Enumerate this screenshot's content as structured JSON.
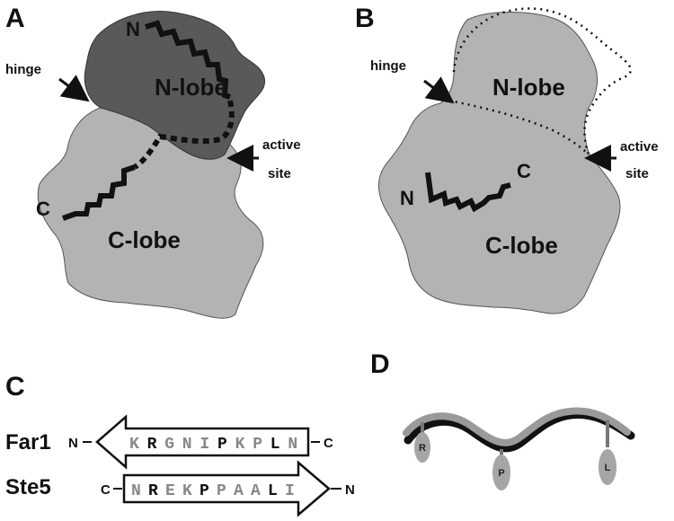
{
  "panels": {
    "a": {
      "letter": "A",
      "n_lobe": "N-lobe",
      "c_lobe": "C-lobe",
      "hinge": "hinge",
      "active_line1": "active",
      "active_line2": "site",
      "n_term": "N",
      "c_term": "C"
    },
    "b": {
      "letter": "B",
      "n_lobe": "N-lobe",
      "c_lobe": "C-lobe",
      "hinge": "hinge",
      "active_line1": "active",
      "active_line2": "site",
      "n_term": "N",
      "c_term": "C"
    },
    "c": {
      "letter": "C",
      "far1": {
        "name": "Far1",
        "left_end": "N",
        "right_end": "C",
        "sequence": [
          {
            "char": "K",
            "color": "#888888"
          },
          {
            "char": "R",
            "color": "#111111"
          },
          {
            "char": "G",
            "color": "#888888"
          },
          {
            "char": "N",
            "color": "#888888"
          },
          {
            "char": "I",
            "color": "#888888"
          },
          {
            "char": "P",
            "color": "#111111"
          },
          {
            "char": "K",
            "color": "#888888"
          },
          {
            "char": "P",
            "color": "#888888"
          },
          {
            "char": "L",
            "color": "#111111"
          },
          {
            "char": "N",
            "color": "#888888"
          }
        ]
      },
      "ste5": {
        "name": "Ste5",
        "left_end": "C",
        "right_end": "N",
        "sequence": [
          {
            "char": "N",
            "color": "#888888"
          },
          {
            "char": "R",
            "color": "#111111"
          },
          {
            "char": "E",
            "color": "#888888"
          },
          {
            "char": "K",
            "color": "#888888"
          },
          {
            "char": "P",
            "color": "#111111"
          },
          {
            "char": "P",
            "color": "#888888"
          },
          {
            "char": "A",
            "color": "#888888"
          },
          {
            "char": "A",
            "color": "#888888"
          },
          {
            "char": "L",
            "color": "#111111"
          },
          {
            "char": "I",
            "color": "#888888"
          }
        ]
      }
    },
    "d": {
      "letter": "D",
      "residues": [
        "R",
        "P",
        "L"
      ]
    }
  },
  "colors": {
    "light_lobe": "#b3b3b3",
    "dark_lobe": "#595959",
    "line": "#111111",
    "residue_fill": "#a6a6a6"
  }
}
